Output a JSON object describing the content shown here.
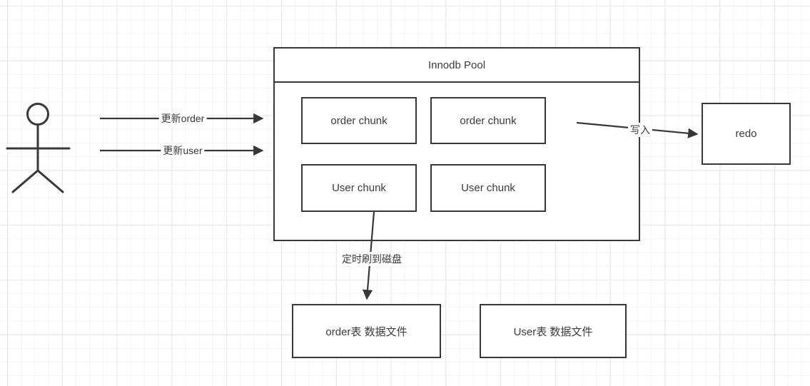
{
  "diagram": {
    "actor": {
      "name": "user"
    },
    "pool": {
      "title": "Innodb Pool",
      "chunks": [
        {
          "label": "order chunk"
        },
        {
          "label": "order chunk"
        },
        {
          "label": "User chunk"
        },
        {
          "label": "User chunk"
        }
      ]
    },
    "redo": {
      "label": "redo"
    },
    "files": [
      {
        "label": "order表 数据文件"
      },
      {
        "label": "User表 数据文件"
      }
    ],
    "arrows": [
      {
        "id": "update-order",
        "label": "更新order"
      },
      {
        "id": "update-user",
        "label": "更新user"
      },
      {
        "id": "write-redo",
        "label": "写入"
      },
      {
        "id": "flush-to-disk",
        "label": "定时刷到磁盘"
      }
    ]
  },
  "colors": {
    "stroke": "#383838",
    "text": "#3b3b3b",
    "background": "#ffffff",
    "grid_minor": "#f4f4f4",
    "grid_major": "#e7e7e7"
  }
}
